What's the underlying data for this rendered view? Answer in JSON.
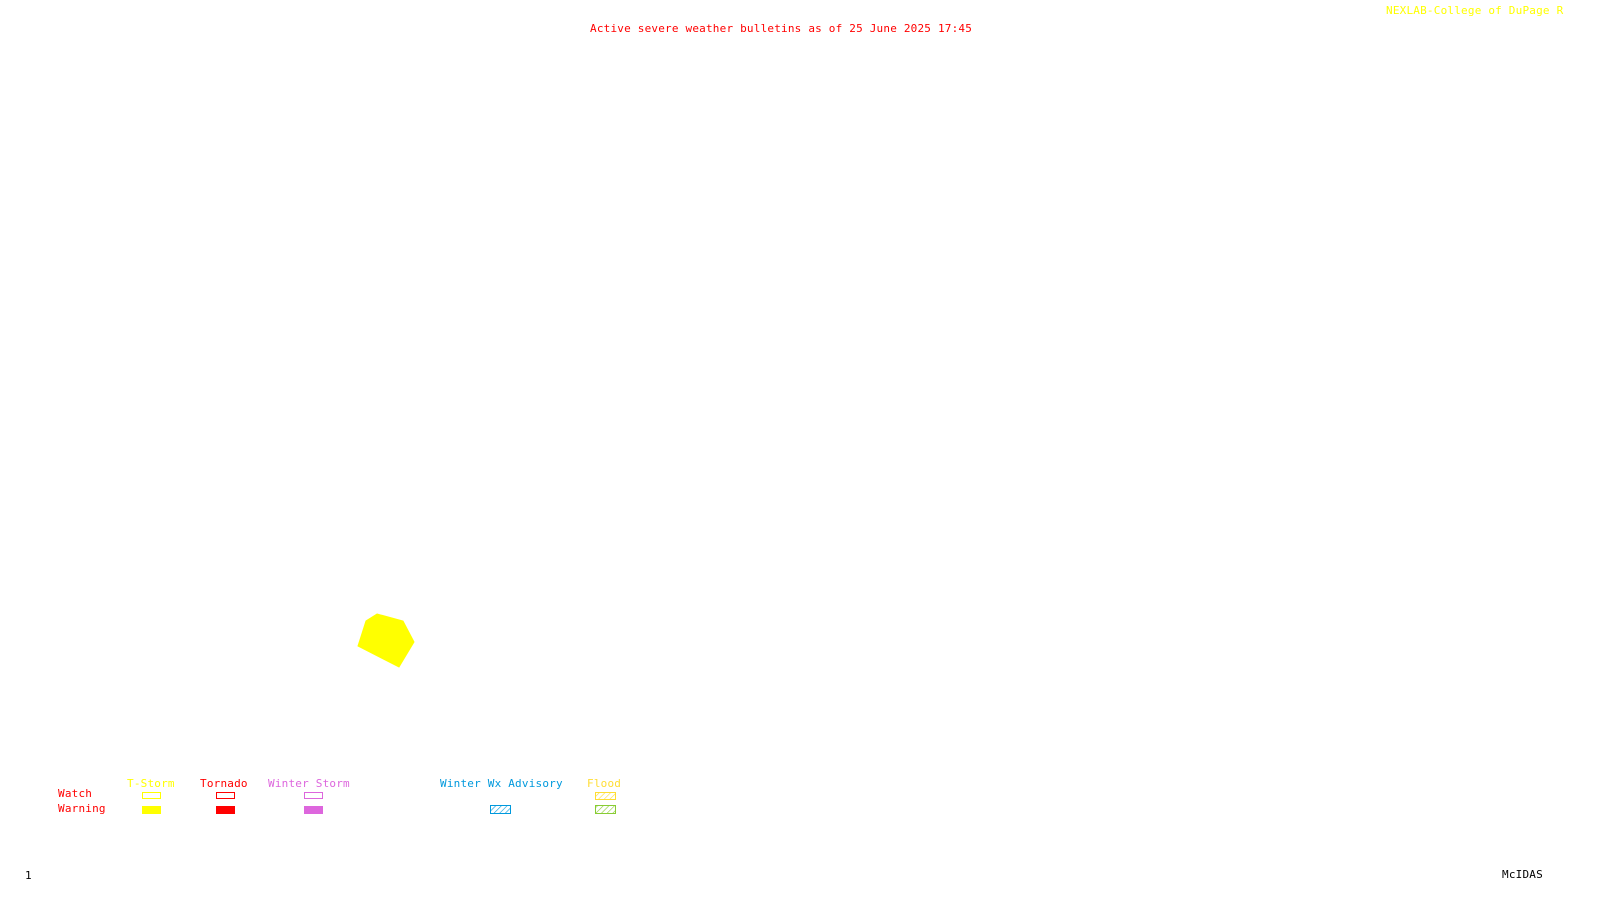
{
  "title": "Active severe weather bulletins as of 25 June 2025 17:45",
  "credit": "NEXLAB-College of DuPage R",
  "frame_number": "1",
  "software": "McIDAS",
  "colors": {
    "title": "#ff0000",
    "credit": "#ffff00",
    "tstorm": "#ffff00",
    "tornado": "#ff0000",
    "winter_storm": "#dd66dd",
    "winter_wx_advisory": "#0099dd",
    "flood_label": "#ffdd33",
    "flood_watch_hatch": "#ffdd33",
    "flood_warning_hatch": "#88cc33",
    "legend_row_labels": "#ff0000",
    "background": "#ffffff",
    "footer_text": "#000000"
  },
  "map": {
    "active_bulletins": [
      {
        "type": "T-Storm Warning",
        "color": "#ffff00"
      }
    ]
  },
  "legend": {
    "rows": {
      "watch": "Watch",
      "warning": "Warning"
    },
    "categories": {
      "tstorm": "T-Storm",
      "tornado": "Tornado",
      "winter_storm": "Winter Storm",
      "winter_wx_advisory": "Winter Wx Advisory",
      "flood": "Flood"
    }
  }
}
